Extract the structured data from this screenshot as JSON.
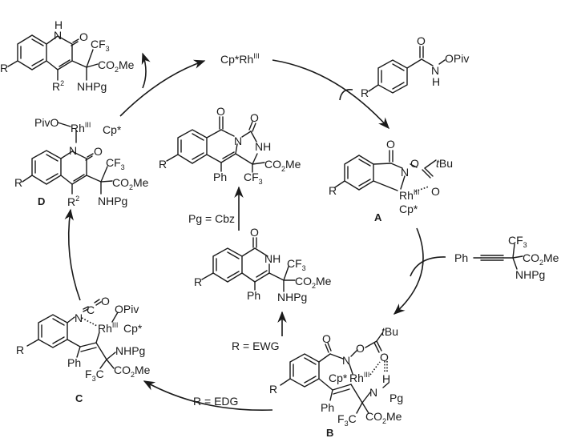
{
  "diagram": {
    "type": "catalytic-cycle",
    "catalyst": {
      "label": "Cp*Rh",
      "oxidation_state": "III"
    },
    "substrate": {
      "name": "N-pivaloyloxy benzamide",
      "labels": {
        "R": "R",
        "O": "O",
        "N": "N",
        "H": "H",
        "OPiv": "OPiv"
      }
    },
    "alkyne": {
      "labels": {
        "Ph": "Ph",
        "CF3": "CF",
        "CO2Me": "CO",
        "Me": "Me",
        "NHPg": "NHPg"
      }
    },
    "intermediates": {
      "A": {
        "label": "A",
        "texts": {
          "R": "R",
          "O": "O",
          "N": "N",
          "tBu_t": "t",
          "tBu_Bu": "Bu",
          "Rh": "Rh",
          "ox": "III",
          "Cp": "Cp*"
        }
      },
      "B": {
        "label": "B",
        "texts": {
          "R": "R",
          "O": "O",
          "N": "N",
          "tBu_t": "t",
          "tBu_Bu": "Bu",
          "Rh": "Rh",
          "ox": "III",
          "Cp": "Cp*",
          "H": "H",
          "Pg": "Pg",
          "Ph": "Ph",
          "F3C": "F",
          "CO2Me": "CO",
          "Me": "Me"
        }
      },
      "C": {
        "label": "C",
        "texts": {
          "R": "R",
          "N": "N",
          "C": "C",
          "O": "O",
          "OPiv": "OPiv",
          "Rh": "Rh",
          "ox": "III",
          "Cp": "Cp*",
          "NHPg": "NHPg",
          "Ph": "Ph",
          "F3C": "F",
          "CO2Me": "CO",
          "Me": "Me"
        }
      },
      "D": {
        "label": "D",
        "texts": {
          "PivO": "PivO",
          "Rh": "Rh",
          "ox": "III",
          "Cp": "Cp*",
          "N": "N",
          "O": "O",
          "R": "R",
          "R2": "R",
          "CF3": "CF",
          "CO2Me": "CO",
          "Me": "Me",
          "NHPg": "NHPg"
        }
      }
    },
    "product_quinolinone": {
      "texts": {
        "H": "H",
        "N": "N",
        "O": "O",
        "R": "R",
        "R2": "R",
        "CF3": "CF",
        "CO2Me": "CO",
        "Me": "Me",
        "NHPg": "NHPg"
      }
    },
    "product_isoquinolinone": {
      "texts": {
        "O": "O",
        "NH": "NH",
        "R": "R",
        "Ph": "Ph",
        "CF3": "CF",
        "CO2Me": "CO",
        "Me": "Me",
        "NHPg": "NHPg"
      }
    },
    "product_imidazolone": {
      "texts": {
        "O": "O",
        "N": "N",
        "NH": "NH",
        "R": "R",
        "Ph": "Ph",
        "CF3": "CF",
        "CO2Me": "CO",
        "Me": "Me"
      }
    },
    "conditions": {
      "ewg": "R = EWG",
      "edg": "R = EDG",
      "cbz": "Pg = Cbz"
    },
    "subscripts": {
      "two": "2",
      "three": "3"
    }
  }
}
